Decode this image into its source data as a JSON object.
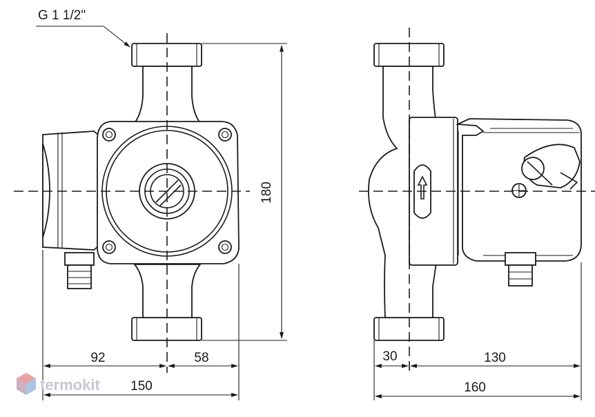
{
  "thread_label": "G 1 1/2\"",
  "dimensions": {
    "height": "180",
    "front_left": "92",
    "front_right": "58",
    "front_total": "150",
    "side_left": "30",
    "side_right": "130",
    "side_total": "160"
  },
  "logo": {
    "text": "termokit",
    "colors": {
      "top": "#e8a3a6",
      "bottom": "#a9c5e6",
      "text": "#c4c9d2"
    }
  }
}
